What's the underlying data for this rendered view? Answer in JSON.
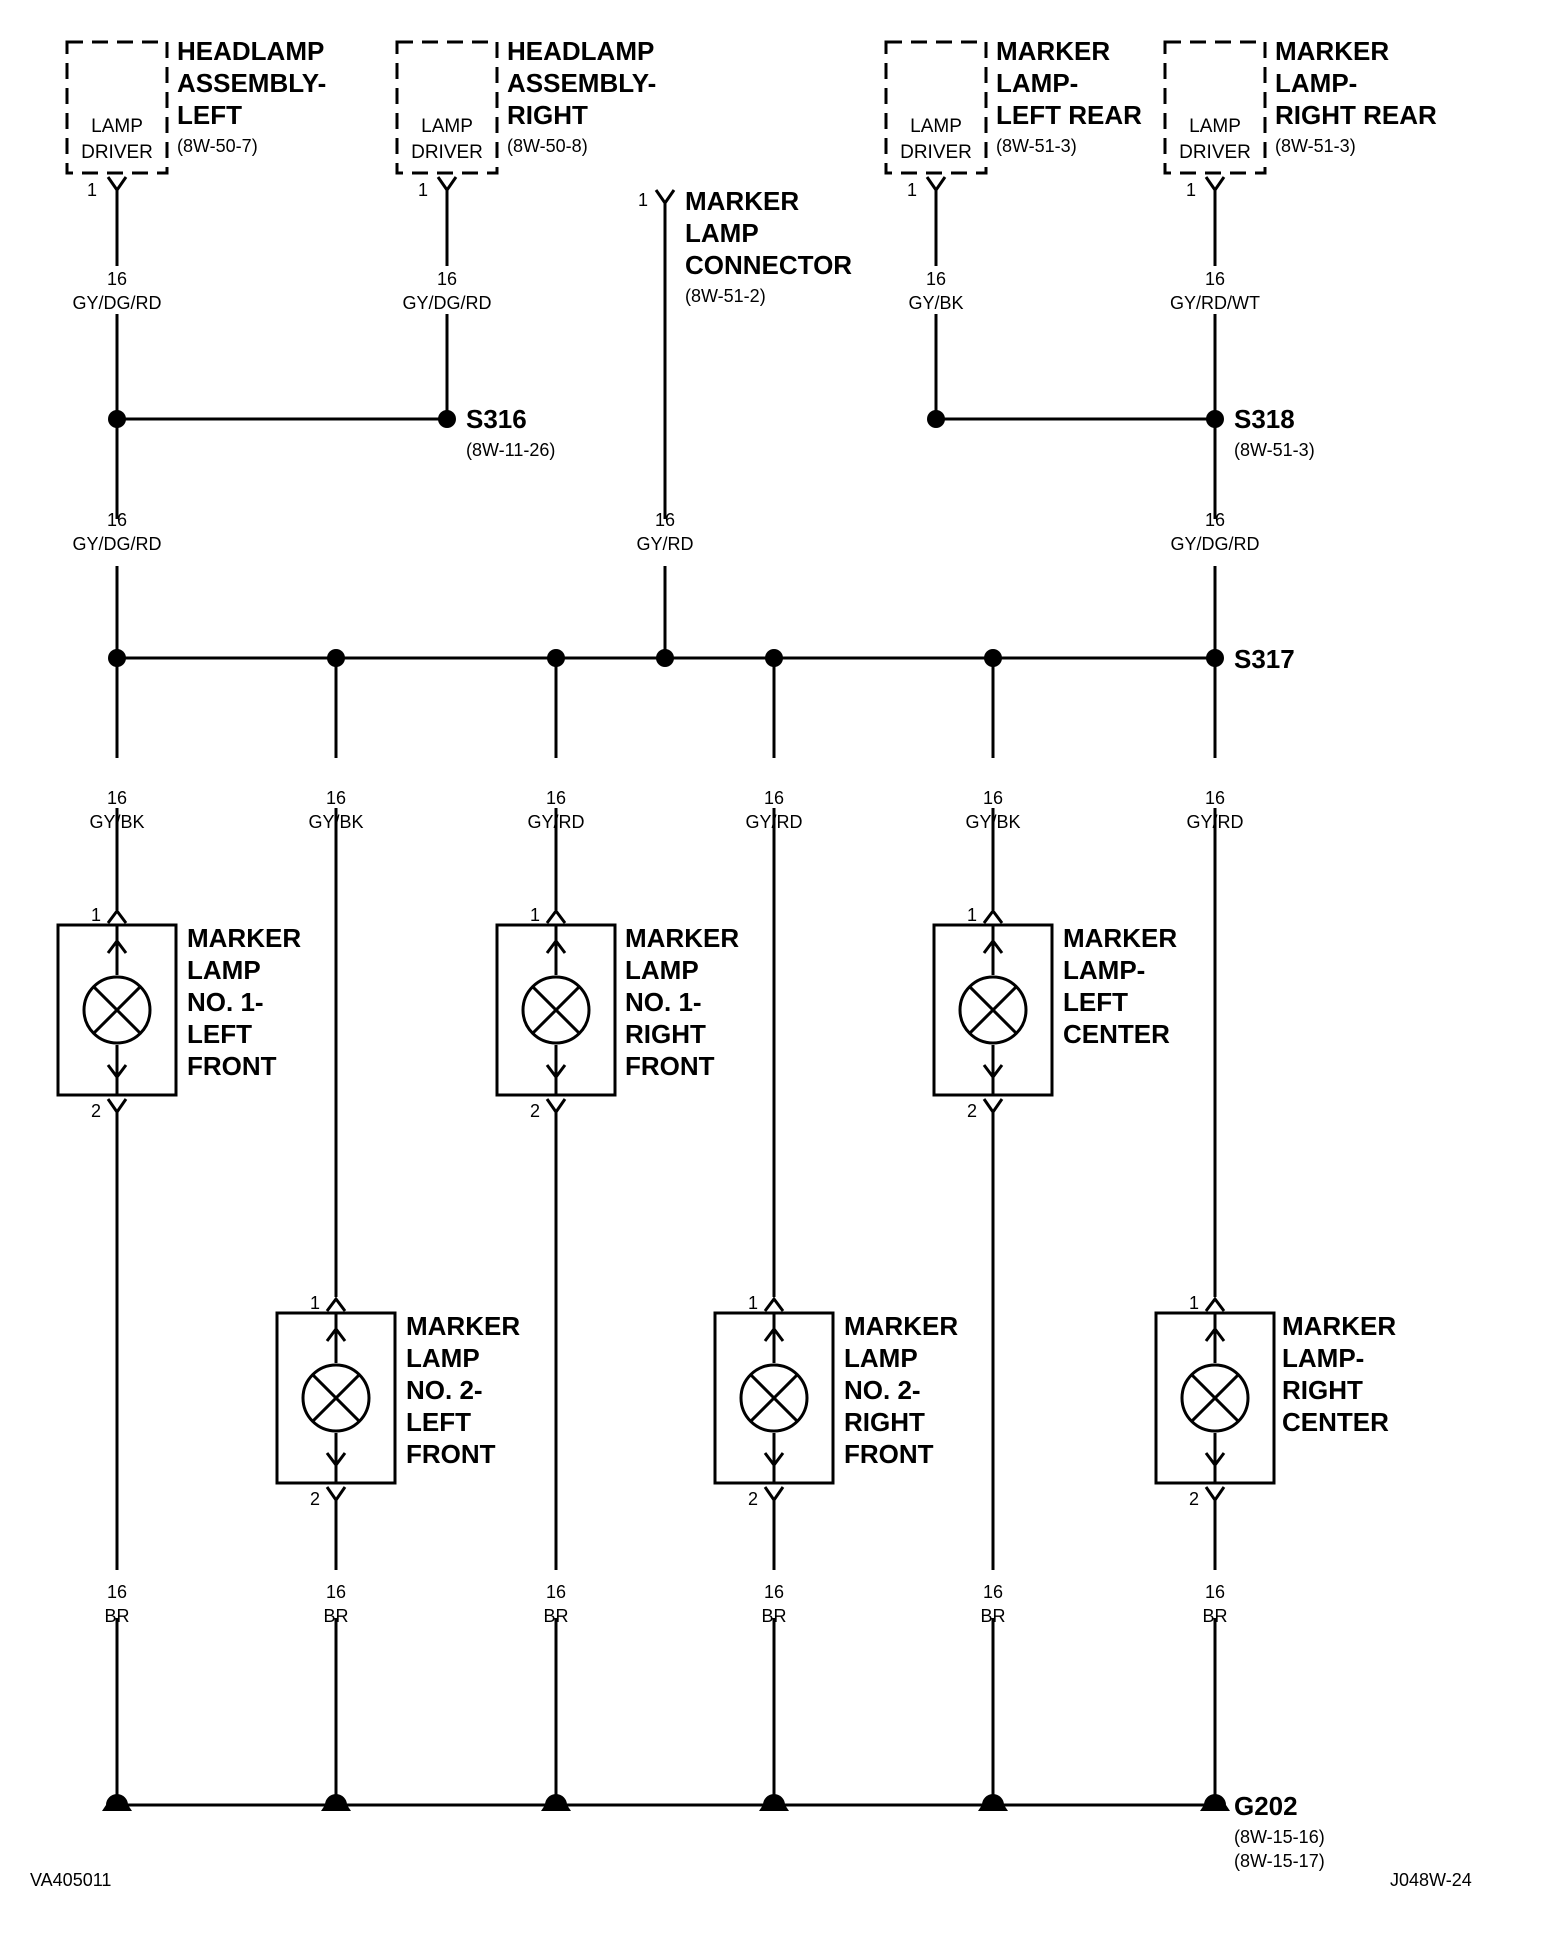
{
  "top_components": [
    {
      "inner": [
        "LAMP",
        "DRIVER"
      ],
      "name_lines": [
        "HEADLAMP",
        "ASSEMBLY-",
        "LEFT"
      ],
      "ref": "(8W-50-7)",
      "pin": "1",
      "gauge": "16",
      "color": "GY/DG/RD"
    },
    {
      "inner": [
        "LAMP",
        "DRIVER"
      ],
      "name_lines": [
        "HEADLAMP",
        "ASSEMBLY-",
        "RIGHT"
      ],
      "ref": "(8W-50-8)",
      "pin": "1",
      "gauge": "16",
      "color": "GY/DG/RD"
    },
    {
      "inner": [
        "LAMP",
        "DRIVER"
      ],
      "name_lines": [
        "MARKER",
        "LAMP-",
        "LEFT REAR"
      ],
      "ref": "(8W-51-3)",
      "pin": "1",
      "gauge": "16",
      "color": "GY/BK"
    },
    {
      "inner": [
        "LAMP",
        "DRIVER"
      ],
      "name_lines": [
        "MARKER",
        "LAMP-",
        "RIGHT REAR"
      ],
      "ref": "(8W-51-3)",
      "pin": "1",
      "gauge": "16",
      "color": "GY/RD/WT"
    }
  ],
  "connector": {
    "pin": "1",
    "name_lines": [
      "MARKER",
      "LAMP",
      "CONNECTOR"
    ],
    "ref": "(8W-51-2)",
    "gauge": "16",
    "color": "GY/RD"
  },
  "splices": {
    "s316": {
      "label": "S316",
      "ref": "(8W-11-26)"
    },
    "s318": {
      "label": "S318",
      "ref": "(8W-51-3)"
    },
    "s317": {
      "label": "S317"
    }
  },
  "feed_wires": [
    {
      "gauge": "16",
      "color": "GY/DG/RD"
    },
    {
      "gauge": "16",
      "color": "GY/DG/RD"
    }
  ],
  "branches": [
    {
      "gauge": "16",
      "color": "GY/BK"
    },
    {
      "gauge": "16",
      "color": "GY/BK"
    },
    {
      "gauge": "16",
      "color": "GY/RD"
    },
    {
      "gauge": "16",
      "color": "GY/RD"
    },
    {
      "gauge": "16",
      "color": "GY/BK"
    },
    {
      "gauge": "16",
      "color": "GY/RD"
    }
  ],
  "lamps": [
    {
      "name_lines": [
        "MARKER",
        "LAMP",
        "NO. 1-",
        "LEFT",
        "FRONT"
      ],
      "pin_in": "1",
      "pin_out": "2"
    },
    {
      "name_lines": [
        "MARKER",
        "LAMP",
        "NO. 2-",
        "LEFT",
        "FRONT"
      ],
      "pin_in": "1",
      "pin_out": "2"
    },
    {
      "name_lines": [
        "MARKER",
        "LAMP",
        "NO. 1-",
        "RIGHT",
        "FRONT"
      ],
      "pin_in": "1",
      "pin_out": "2"
    },
    {
      "name_lines": [
        "MARKER",
        "LAMP",
        "NO. 2-",
        "RIGHT",
        "FRONT"
      ],
      "pin_in": "1",
      "pin_out": "2"
    },
    {
      "name_lines": [
        "MARKER",
        "LAMP-",
        "LEFT",
        "CENTER"
      ],
      "pin_in": "1",
      "pin_out": "2"
    },
    {
      "name_lines": [
        "MARKER",
        "LAMP-",
        "RIGHT",
        "CENTER"
      ],
      "pin_in": "1",
      "pin_out": "2"
    }
  ],
  "ground_wires": [
    {
      "gauge": "16",
      "color": "BR"
    },
    {
      "gauge": "16",
      "color": "BR"
    },
    {
      "gauge": "16",
      "color": "BR"
    },
    {
      "gauge": "16",
      "color": "BR"
    },
    {
      "gauge": "16",
      "color": "BR"
    },
    {
      "gauge": "16",
      "color": "BR"
    }
  ],
  "ground": {
    "label": "G202",
    "refs": [
      "(8W-15-16)",
      "(8W-15-17)"
    ]
  },
  "footer": {
    "left_id": "VA405011",
    "right_id": "J048W-24"
  },
  "colors": {
    "line": "#000000",
    "background": "#ffffff"
  }
}
